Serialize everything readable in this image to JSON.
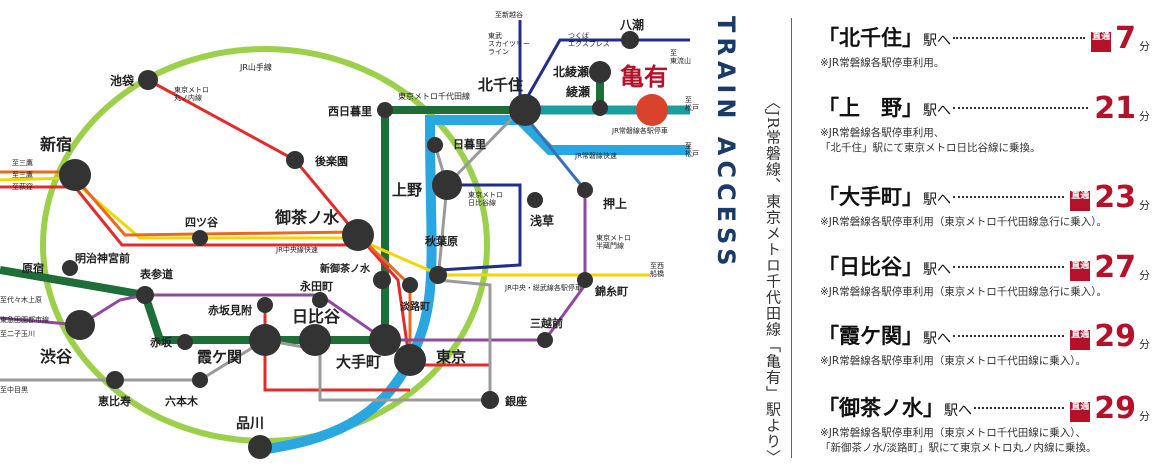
{
  "title": "TRAIN ACCESS",
  "subtitle": "〈JR常磐線、東京メトロ千代田線「亀有」駅より〉",
  "stations": {
    "kitasenju": "北千住",
    "kameari": "亀有",
    "ayase": "綾瀬",
    "kitaayase": "北綾瀬",
    "hachio": "八潮",
    "ikebukuro": "池袋",
    "shinjuku": "新宿",
    "nishinippori": "西日暮里",
    "nippori": "日暮里",
    "ueno": "上野",
    "asakusa": "浅草",
    "oshiage": "押上",
    "korakuen": "後楽園",
    "yotsuya": "四ツ谷",
    "ochanomizu": "御茶ノ水",
    "akihabara": "秋葉原",
    "shinochanomizu": "新御茶ノ水",
    "awajicho": "淡路町",
    "kinshicho": "錦糸町",
    "harajuku": "原宿",
    "meijijingumae": "明治神宮前",
    "omotesando": "表参道",
    "nagatacho": "永田町",
    "akasakamitsuke": "赤坂見附",
    "hibiya": "日比谷",
    "otemachi": "大手町",
    "tokyo": "東京",
    "mitsukoshimae": "三越前",
    "shibuya": "渋谷",
    "akasaka": "赤坂",
    "kasumigaseki": "霞ケ関",
    "ebisu": "恵比寿",
    "roppongi": "六本木",
    "ginza": "銀座",
    "shinagawa": "品川"
  },
  "labels": {
    "tobu_line": "東武\nスカイツリー\nライン",
    "tsukuba": "つくば\nエクスプレス",
    "to_shinkoshigaya": "至新越谷",
    "to_higashinagareyama": "至\n東流山",
    "to_matsudo1": "至\n松戸",
    "to_matsudo2": "至\n松戸",
    "yamanote": "JR山手線",
    "marunouchi": "東京メトロ\n丸ノ内線",
    "chiyoda": "東京メトロ千代田線",
    "joban_local": "JR常磐線各駅停車",
    "joban_rapid": "JR常磐線快速",
    "hibiya_line": "東京メトロ\n日比谷線",
    "hanzomon": "東京メトロ\n半蔵門線",
    "chuo_rapid": "JR中央線快速",
    "chuo_sobu": "JR中央・総武線各駅停車",
    "to_nishifunabashi": "至西\n船橋",
    "to_mitaka1": "至三鷹",
    "to_mitaka2": "至三鷹",
    "to_ogikubo": "至荻窪",
    "to_yoyogiuehara": "至代々木上原",
    "tokyu_denentoshi": "東急田園都市線",
    "to_futakotamagawa": "至二子玉川",
    "to_nakameguro": "至中目黒"
  },
  "access": [
    {
      "dest": "北千住",
      "eki": "駅へ",
      "direct": true,
      "badge": "直通",
      "minutes": "7",
      "unit": "分",
      "notes": [
        "※JR常磐線各駅停車利用。"
      ]
    },
    {
      "dest": "上　野",
      "eki": "駅へ",
      "direct": false,
      "badge": "",
      "minutes": "21",
      "unit": "分",
      "notes": [
        "※JR常磐線各駅停車利用、",
        "「北千住」駅にて東京メトロ日比谷線に乗換。"
      ]
    },
    {
      "dest": "大手町",
      "eki": "駅へ",
      "direct": true,
      "badge": "直通",
      "minutes": "23",
      "unit": "分",
      "notes": [
        "※JR常磐線各駅停車利用（東京メトロ千代田線急行に乗入）。"
      ]
    },
    {
      "dest": "日比谷",
      "eki": "駅へ",
      "direct": true,
      "badge": "直通",
      "minutes": "27",
      "unit": "分",
      "notes": [
        "※JR常磐線各駅停車利用（東京メトロ千代田線急行に乗入）。"
      ]
    },
    {
      "dest": "霞ケ関",
      "eki": "駅へ",
      "direct": true,
      "badge": "直通",
      "minutes": "29",
      "unit": "分",
      "notes": [
        "※JR常磐線各駅停車利用（東京メトロ千代田線に乗入）。"
      ]
    },
    {
      "dest": "御茶ノ水",
      "eki": "駅へ",
      "direct": true,
      "badge": "直通",
      "minutes": "29",
      "unit": "分",
      "notes": [
        "※JR常磐線各駅停車利用（東京メトロ千代田線に乗入）、",
        "「新御茶ノ水/淡路町」駅にて東京メトロ丸ノ内線に乗換。"
      ]
    }
  ],
  "colors": {
    "yamanote": "#9ccf4a",
    "chiyoda": "#1e6e3a",
    "joban_local": "#1a9fa0",
    "joban_rapid": "#2aa6e0",
    "hibiya": "#9a9a9a",
    "marunouchi": "#e32b2b",
    "hanzomon": "#8e4a9e",
    "chuo_rapid": "#e86a1f",
    "chuo_sobu": "#f2d600",
    "tobu": "#1f2f8a",
    "tsukuba": "#1f2f8a",
    "asakusa": "#3a6fb5",
    "accent": "#b3122a",
    "title": "#1a3a68"
  }
}
